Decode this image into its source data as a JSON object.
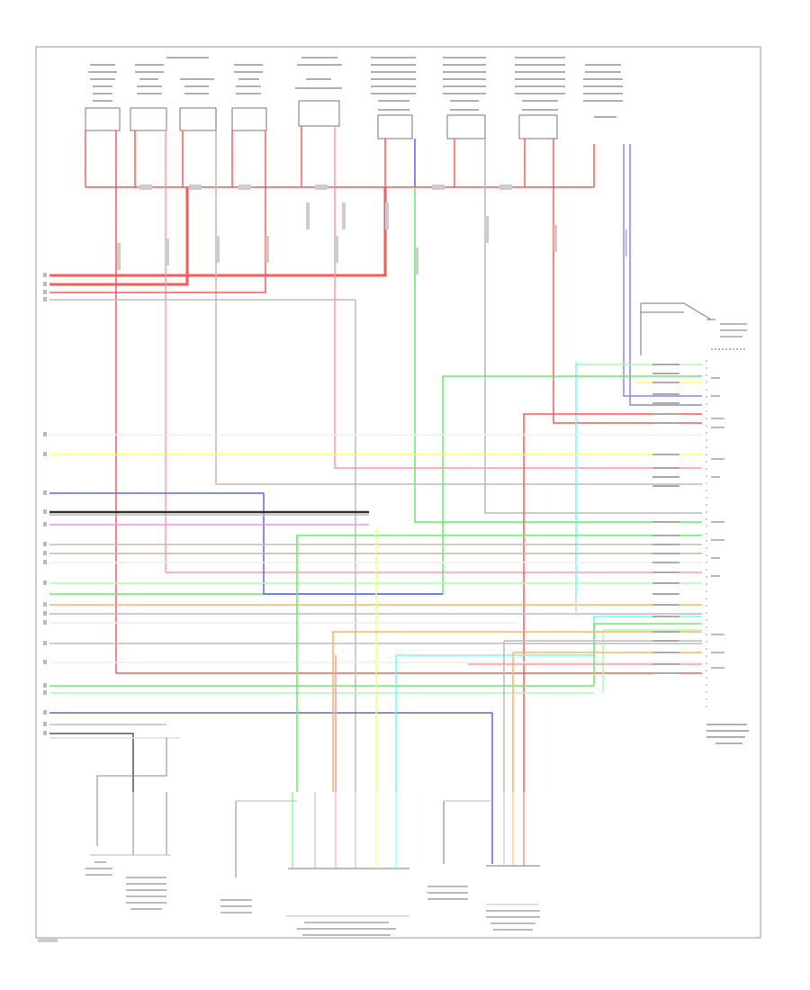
{
  "footer_text": "",
  "colors": {
    "frame": "#9a9a9a",
    "red": "#ff5a5a",
    "pink": "#ff9aa8",
    "yellow": "#ffff66",
    "blue": "#6060ff",
    "green": "#66ee66",
    "lightgreen": "#aaffaa",
    "cyan": "#66ffff",
    "gray": "#bbbbbb",
    "orange": "#ffb366",
    "magenta": "#ff88ff",
    "tan": "#d2b48c",
    "violet": "#8888ff",
    "black": "#333333"
  },
  "components": {
    "top": [
      {
        "id": "c1"
      },
      {
        "id": "c2"
      },
      {
        "id": "c3"
      },
      {
        "id": "c4"
      },
      {
        "id": "c5"
      },
      {
        "id": "c6"
      },
      {
        "id": "c7"
      },
      {
        "id": "c8"
      },
      {
        "id": "c9"
      }
    ]
  }
}
